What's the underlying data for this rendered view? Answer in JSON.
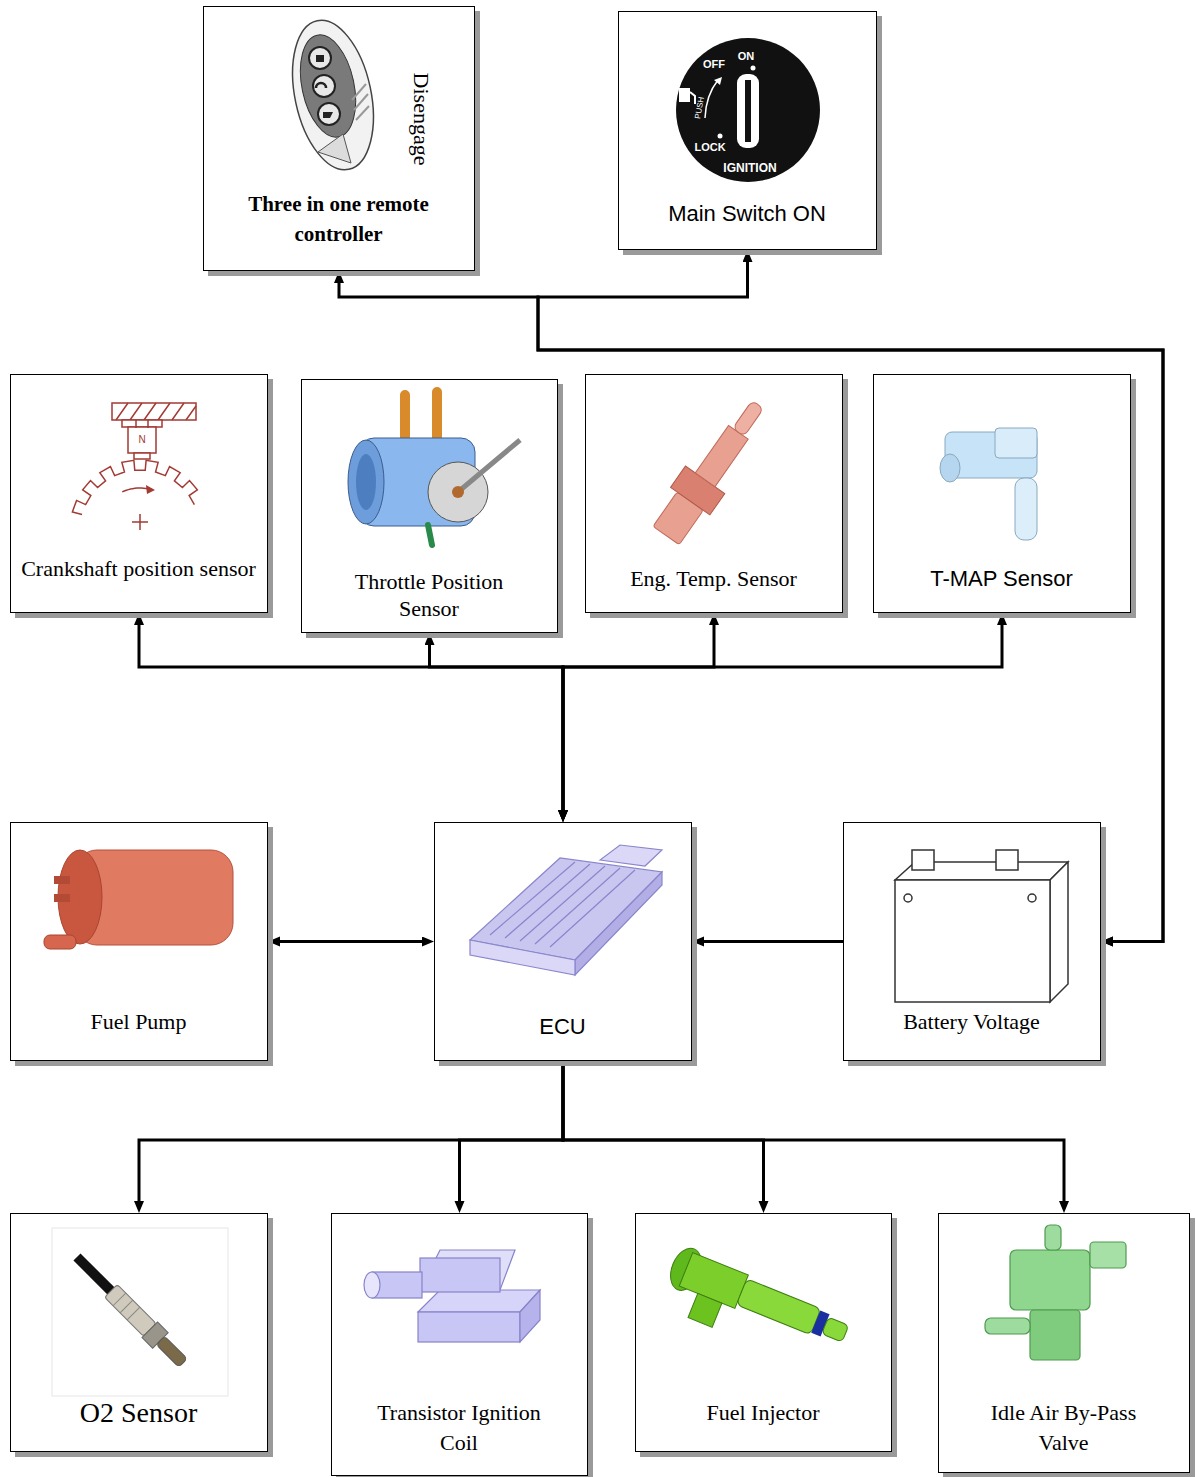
{
  "diagram": {
    "nodes": [
      {
        "text": [
          "Three in one remote controller",
          "Disengage"
        ]
      },
      {
        "text": [
          "Main Switch ON"
        ]
      },
      {
        "text": [
          "Crankshaft position sensor"
        ]
      },
      {
        "text": [
          "Throttle Position Sensor"
        ]
      },
      {
        "text": [
          "Eng. Temp. Sensor"
        ]
      },
      {
        "text": [
          "T-MAP Sensor"
        ]
      },
      {
        "text": [
          "Fuel Pump"
        ]
      },
      {
        "text": [
          "ECU"
        ]
      },
      {
        "text": [
          "Battery Voltage"
        ]
      },
      {
        "text": [
          "O2 Sensor"
        ]
      },
      {
        "text": [
          "Transistor Ignition Coil"
        ]
      },
      {
        "text": [
          "Fuel Injector"
        ]
      },
      {
        "text": [
          "Idle Air By-Pass Valve"
        ]
      }
    ],
    "edges": [
      {
        "from": 8,
        "to": 0,
        "arrow": "both"
      },
      {
        "from": 8,
        "to": 1,
        "arrow": "both"
      },
      {
        "from": 2,
        "to": 7,
        "arrow": "both"
      },
      {
        "from": 3,
        "to": 7,
        "arrow": "both"
      },
      {
        "from": 4,
        "to": 7,
        "arrow": "both"
      },
      {
        "from": 5,
        "to": 7,
        "arrow": "both"
      },
      {
        "from": 6,
        "to": 7,
        "arrow": "both"
      },
      {
        "from": 8,
        "to": 7,
        "arrow": "to"
      },
      {
        "from": 7,
        "to": 9,
        "arrow": "to"
      },
      {
        "from": 7,
        "to": 10,
        "arrow": "to"
      },
      {
        "from": 7,
        "to": 11,
        "arrow": "to"
      },
      {
        "from": 7,
        "to": 12,
        "arrow": "to"
      }
    ],
    "labels": [
      "OFF",
      "ON",
      "PUSH",
      "LOCK",
      "IGNITION",
      "N"
    ]
  }
}
